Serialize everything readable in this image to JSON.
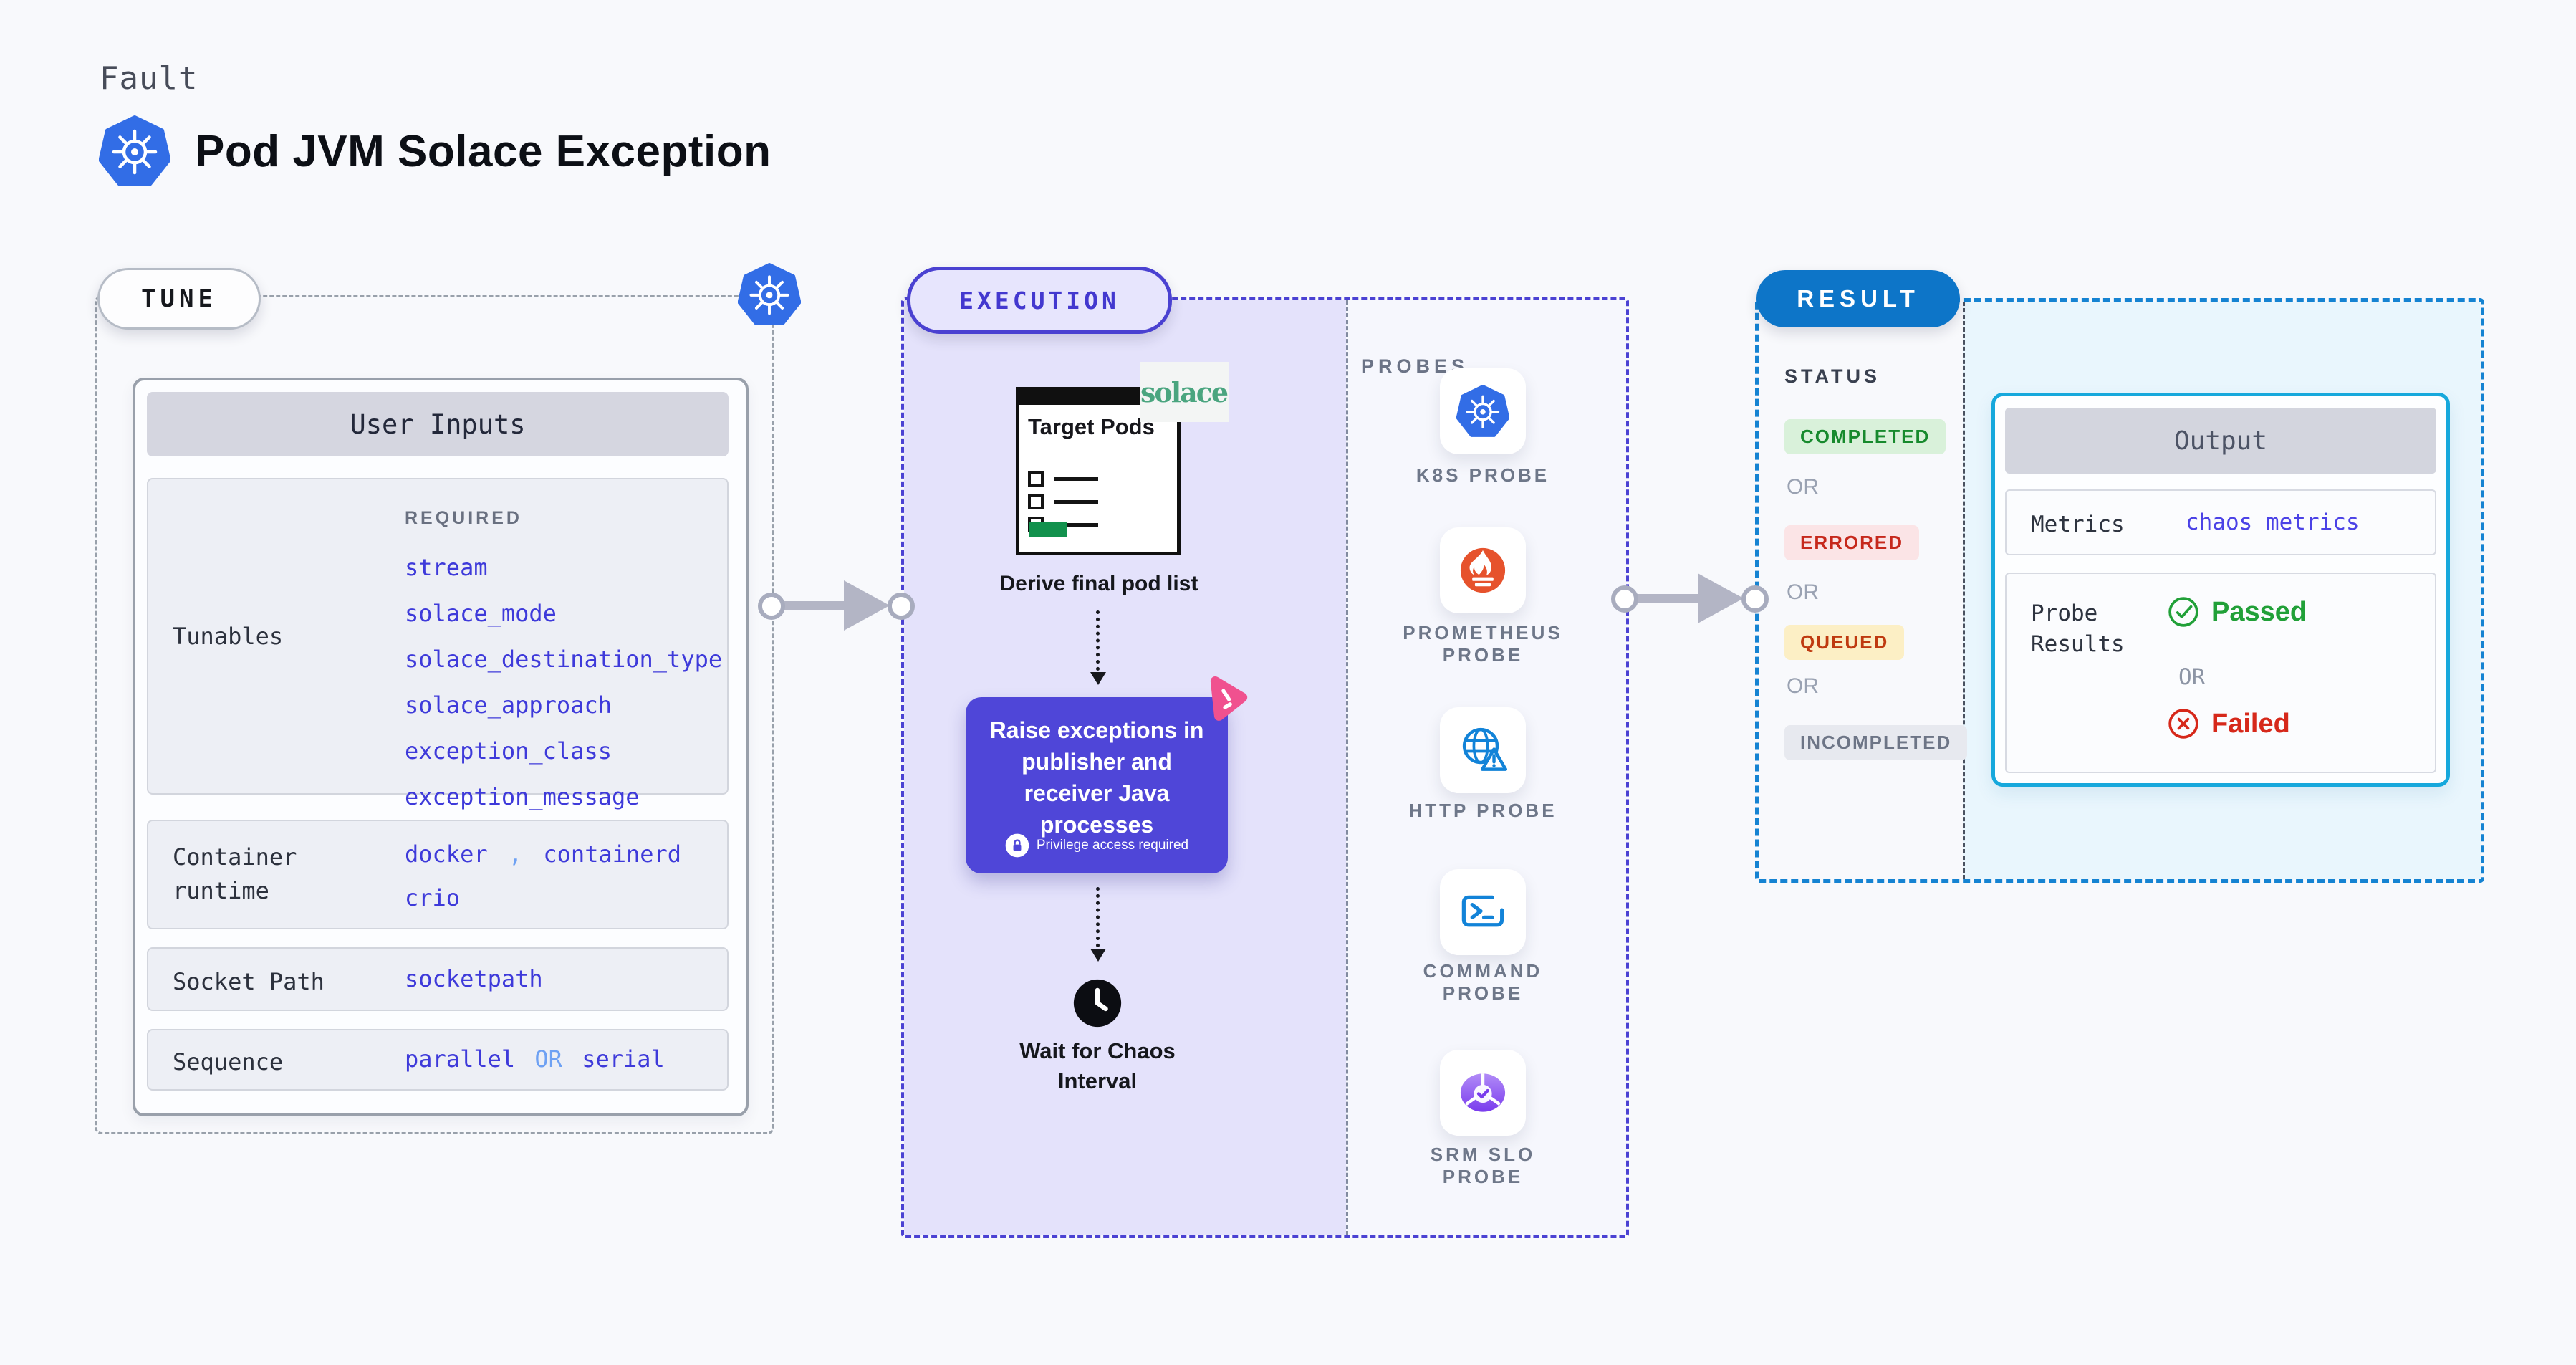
{
  "header": {
    "eyebrow": "Fault",
    "title": "Pod JVM Solace Exception"
  },
  "tune": {
    "badge": "TUNE",
    "card_title": "User Inputs",
    "tunables": {
      "label": "Tunables",
      "required_label": "REQUIRED",
      "items": [
        "stream",
        "solace_mode",
        "solace_destination_type",
        "solace_approach",
        "exception_class",
        "exception_message"
      ]
    },
    "container_runtime": {
      "label": "Container runtime",
      "value_1": "docker",
      "separator": ",",
      "value_2": "containerd",
      "value_3": "crio"
    },
    "socket_path": {
      "label": "Socket Path",
      "value": "socketpath"
    },
    "sequence": {
      "label": "Sequence",
      "value_1": "parallel",
      "or": "OR",
      "value_2": "serial"
    }
  },
  "execution": {
    "badge": "EXECUTION",
    "target_window": {
      "title": "Target Pods",
      "logo_text": "solace"
    },
    "step_derive": "Derive final pod list",
    "step_raise": {
      "text": "Raise exceptions in publisher and receiver Java processes",
      "note": "Privilege access required"
    },
    "step_wait": "Wait for Chaos Interval",
    "probes": {
      "label": "PROBES",
      "items": [
        {
          "name": "K8S PROBE",
          "icon": "kubernetes"
        },
        {
          "name": "PROMETHEUS PROBE",
          "icon": "prometheus"
        },
        {
          "name": "HTTP PROBE",
          "icon": "http-globe"
        },
        {
          "name": "COMMAND PROBE",
          "icon": "terminal"
        },
        {
          "name": "SRM SLO PROBE",
          "icon": "srm-slo"
        }
      ]
    }
  },
  "result": {
    "badge": "RESULT",
    "status_label": "STATUS",
    "or_label": "OR",
    "statuses": [
      {
        "label": "COMPLETED",
        "bg": "#d9f1da",
        "fg": "#178a2d"
      },
      {
        "label": "ERRORED",
        "bg": "#fbe4e6",
        "fg": "#c6281c"
      },
      {
        "label": "QUEUED",
        "bg": "#fcefc5",
        "fg": "#bf3a10"
      },
      {
        "label": "INCOMPLETED",
        "bg": "#e7e9ef",
        "fg": "#6d7586"
      }
    ],
    "output": {
      "title": "Output",
      "metrics_label": "Metrics",
      "metrics_value": "chaos metrics",
      "probe_results_label": "Probe Results",
      "passed": "Passed",
      "or": "OR",
      "failed": "Failed"
    }
  },
  "colors": {
    "k8s_blue": "#326de6",
    "execution_indigo": "#4a41d1",
    "lavender_bg": "#e4e2fb",
    "purple_step": "#4f46d8",
    "litmus_pink": "#f0518f",
    "result_blue": "#0d75c8",
    "output_cyan_border": "#16a8dc",
    "result_zone_bg": "#e9f6fd",
    "value_blue": "#3e3ada",
    "value_light_blue": "#6ea1f3",
    "passed_green": "#21a038",
    "failed_red": "#d6281a",
    "prometheus_orange": "#e6522c",
    "solace_green": "#4aa57f",
    "arrow_gray": "#b3b5c5"
  }
}
